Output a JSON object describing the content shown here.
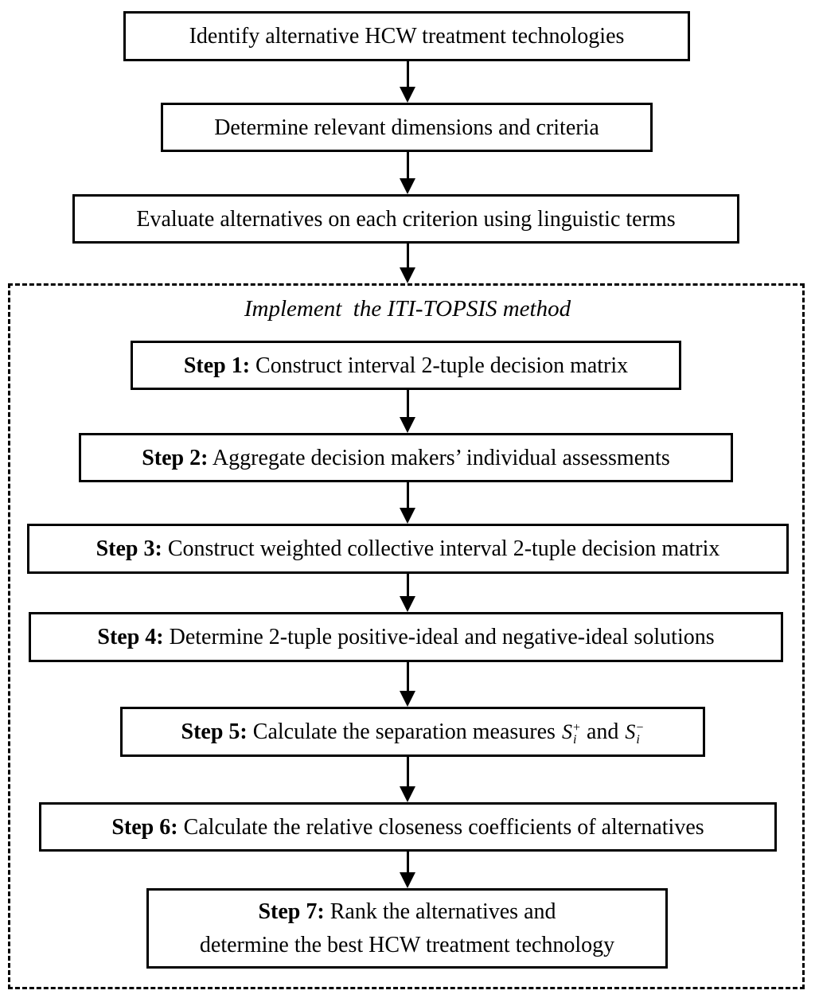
{
  "figure": {
    "pre_steps": [
      {
        "text": "Identify alternative HCW treatment technologies"
      },
      {
        "text": "Determine relevant dimensions and criteria"
      },
      {
        "text": "Evaluate alternatives on each criterion using linguistic terms"
      }
    ],
    "group_title": "Implement  the ITI-TOPSIS method",
    "steps": [
      {
        "label": "Step 1:",
        "text": "Construct interval 2-tuple decision matrix"
      },
      {
        "label": "Step 2:",
        "text": "Aggregate decision makers’ individual assessments"
      },
      {
        "label": "Step 3:",
        "text": "Construct weighted collective interval 2-tuple decision matrix"
      },
      {
        "label": "Step 4:",
        "text": "Determine 2-tuple positive-ideal and negative-ideal solutions"
      },
      {
        "label": "Step 5:",
        "text_before": "Calculate the separation measures",
        "separation_plus": {
          "base": "S",
          "sub": "i",
          "sup": "+"
        },
        "conjunction": "and",
        "separation_minus": {
          "base": "S",
          "sub": "i",
          "sup": "−"
        }
      },
      {
        "label": "Step 6:",
        "text": "Calculate the relative closeness coefficients of alternatives"
      },
      {
        "label": "Step 7:",
        "text_line1": "Rank the alternatives and",
        "text_line2": "determine the best HCW treatment technology"
      }
    ],
    "colors": {
      "line": "#000000",
      "background": "#ffffff"
    }
  }
}
